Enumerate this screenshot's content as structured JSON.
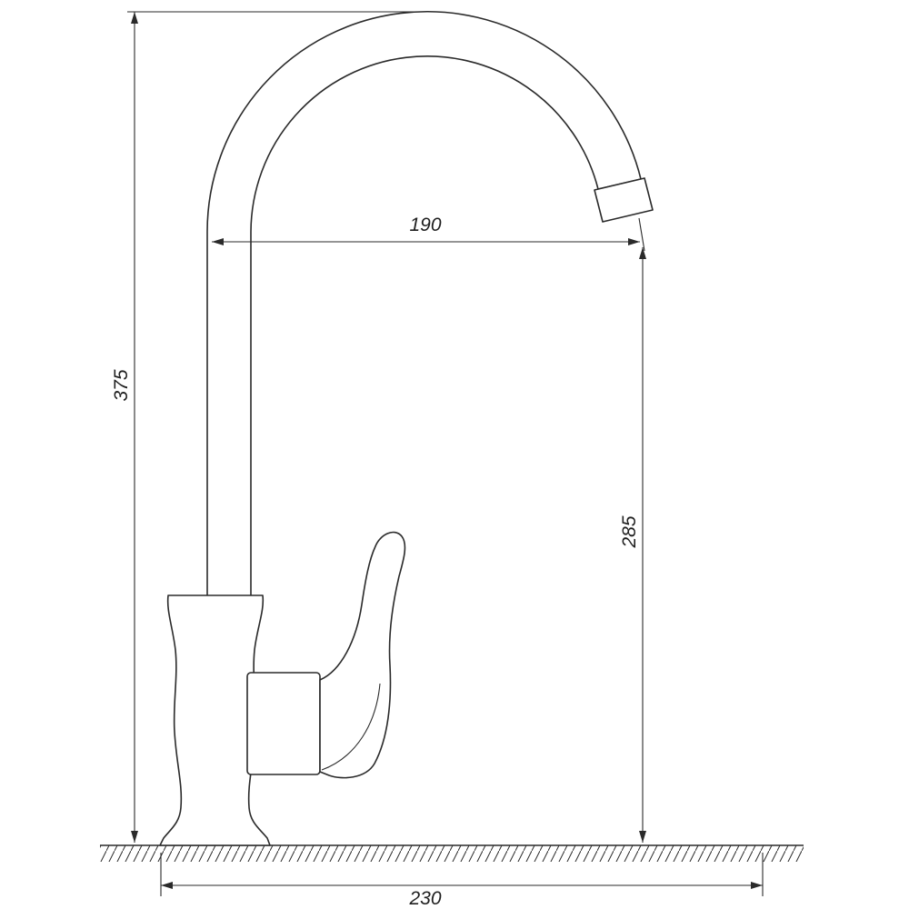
{
  "diagram": {
    "type": "technical-drawing",
    "subject": "kitchen single-lever faucet, side elevation with dimensions",
    "background": "#ffffff",
    "line_color": "#2a2a2a",
    "dimensions": {
      "total_height": "375",
      "spout_reach": "190",
      "spout_height": "285",
      "base_width": "230"
    }
  }
}
